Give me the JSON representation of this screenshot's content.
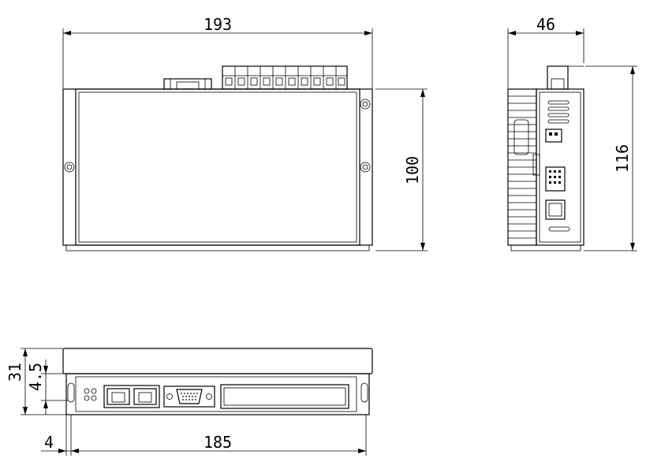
{
  "dimensions": {
    "front_width": "193",
    "front_height": "100",
    "side_width": "46",
    "side_height": "116",
    "bottom_height": "31",
    "bottom_offset": "4.5",
    "bottom_left_gap": "4",
    "bottom_width": "185"
  }
}
